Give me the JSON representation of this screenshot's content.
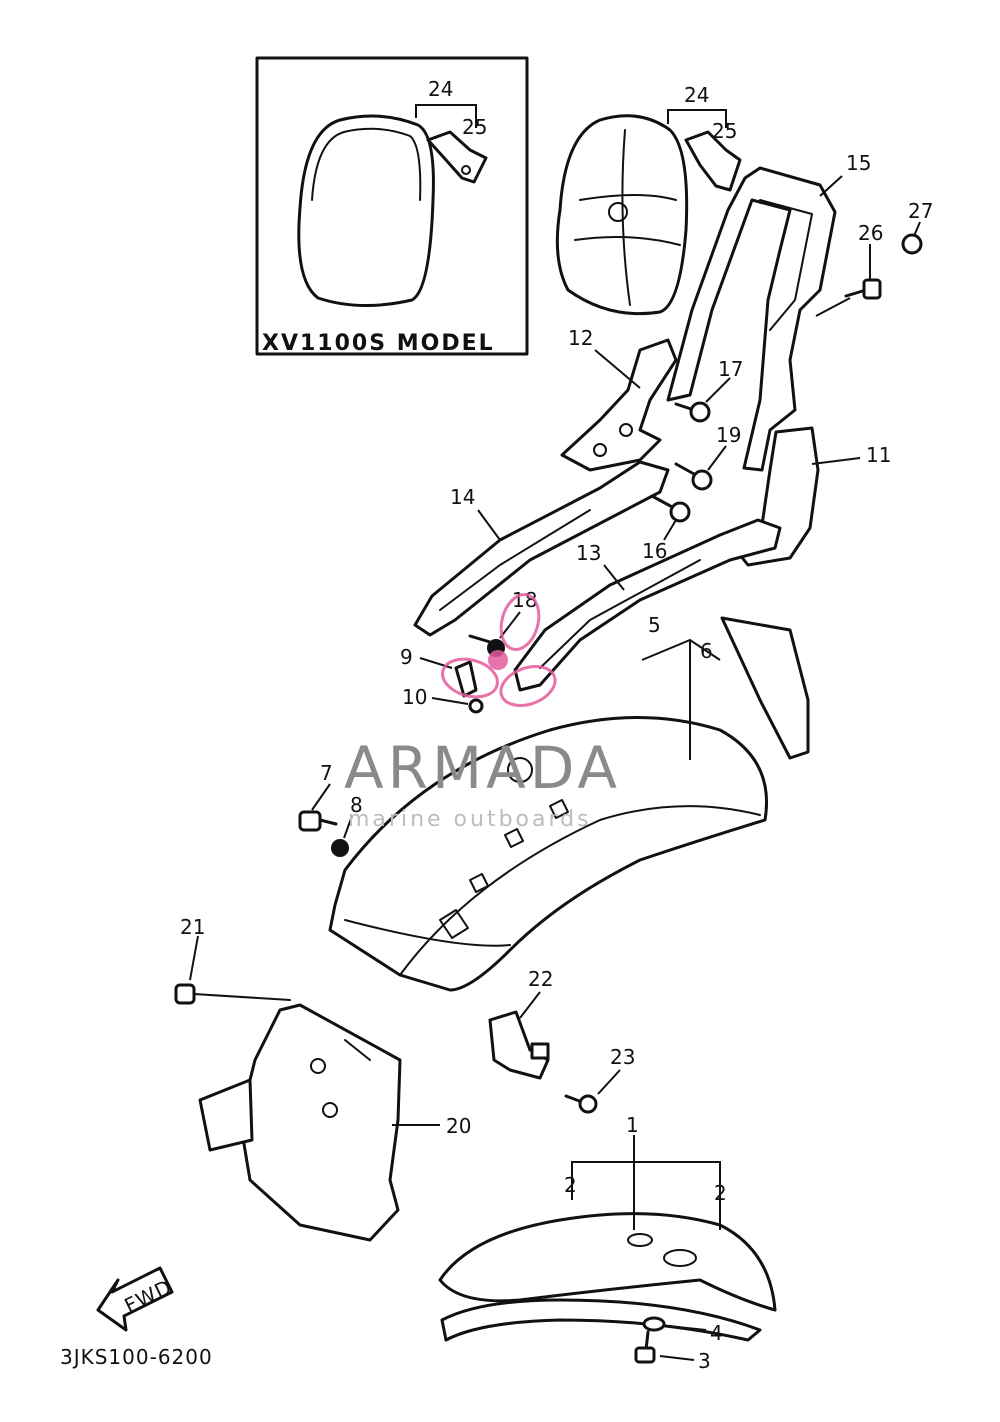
{
  "inset": {
    "model_label": "XV1100S MODEL"
  },
  "callouts": {
    "c24_inset": "24",
    "c25_inset": "25",
    "c24": "24",
    "c25": "25",
    "c15": "15",
    "c26": "26",
    "c27": "27",
    "c12": "12",
    "c17": "17",
    "c19": "19",
    "c11": "11",
    "c14": "14",
    "c16": "16",
    "c13": "13",
    "c18": "18",
    "c9": "9",
    "c10": "10",
    "c5": "5",
    "c6": "6",
    "c7": "7",
    "c8": "8",
    "c21": "21",
    "c22": "22",
    "c23": "23",
    "c20": "20",
    "c1": "1",
    "c2a": "2",
    "c2b": "2",
    "c4": "4",
    "c3": "3"
  },
  "fwd_arrow": {
    "label": "FWD"
  },
  "drawing_code": "3JKS100-6200",
  "watermark": {
    "brand": "ARMADA",
    "tagline": "marine outboards",
    "logo_color": "#e35b9c"
  }
}
